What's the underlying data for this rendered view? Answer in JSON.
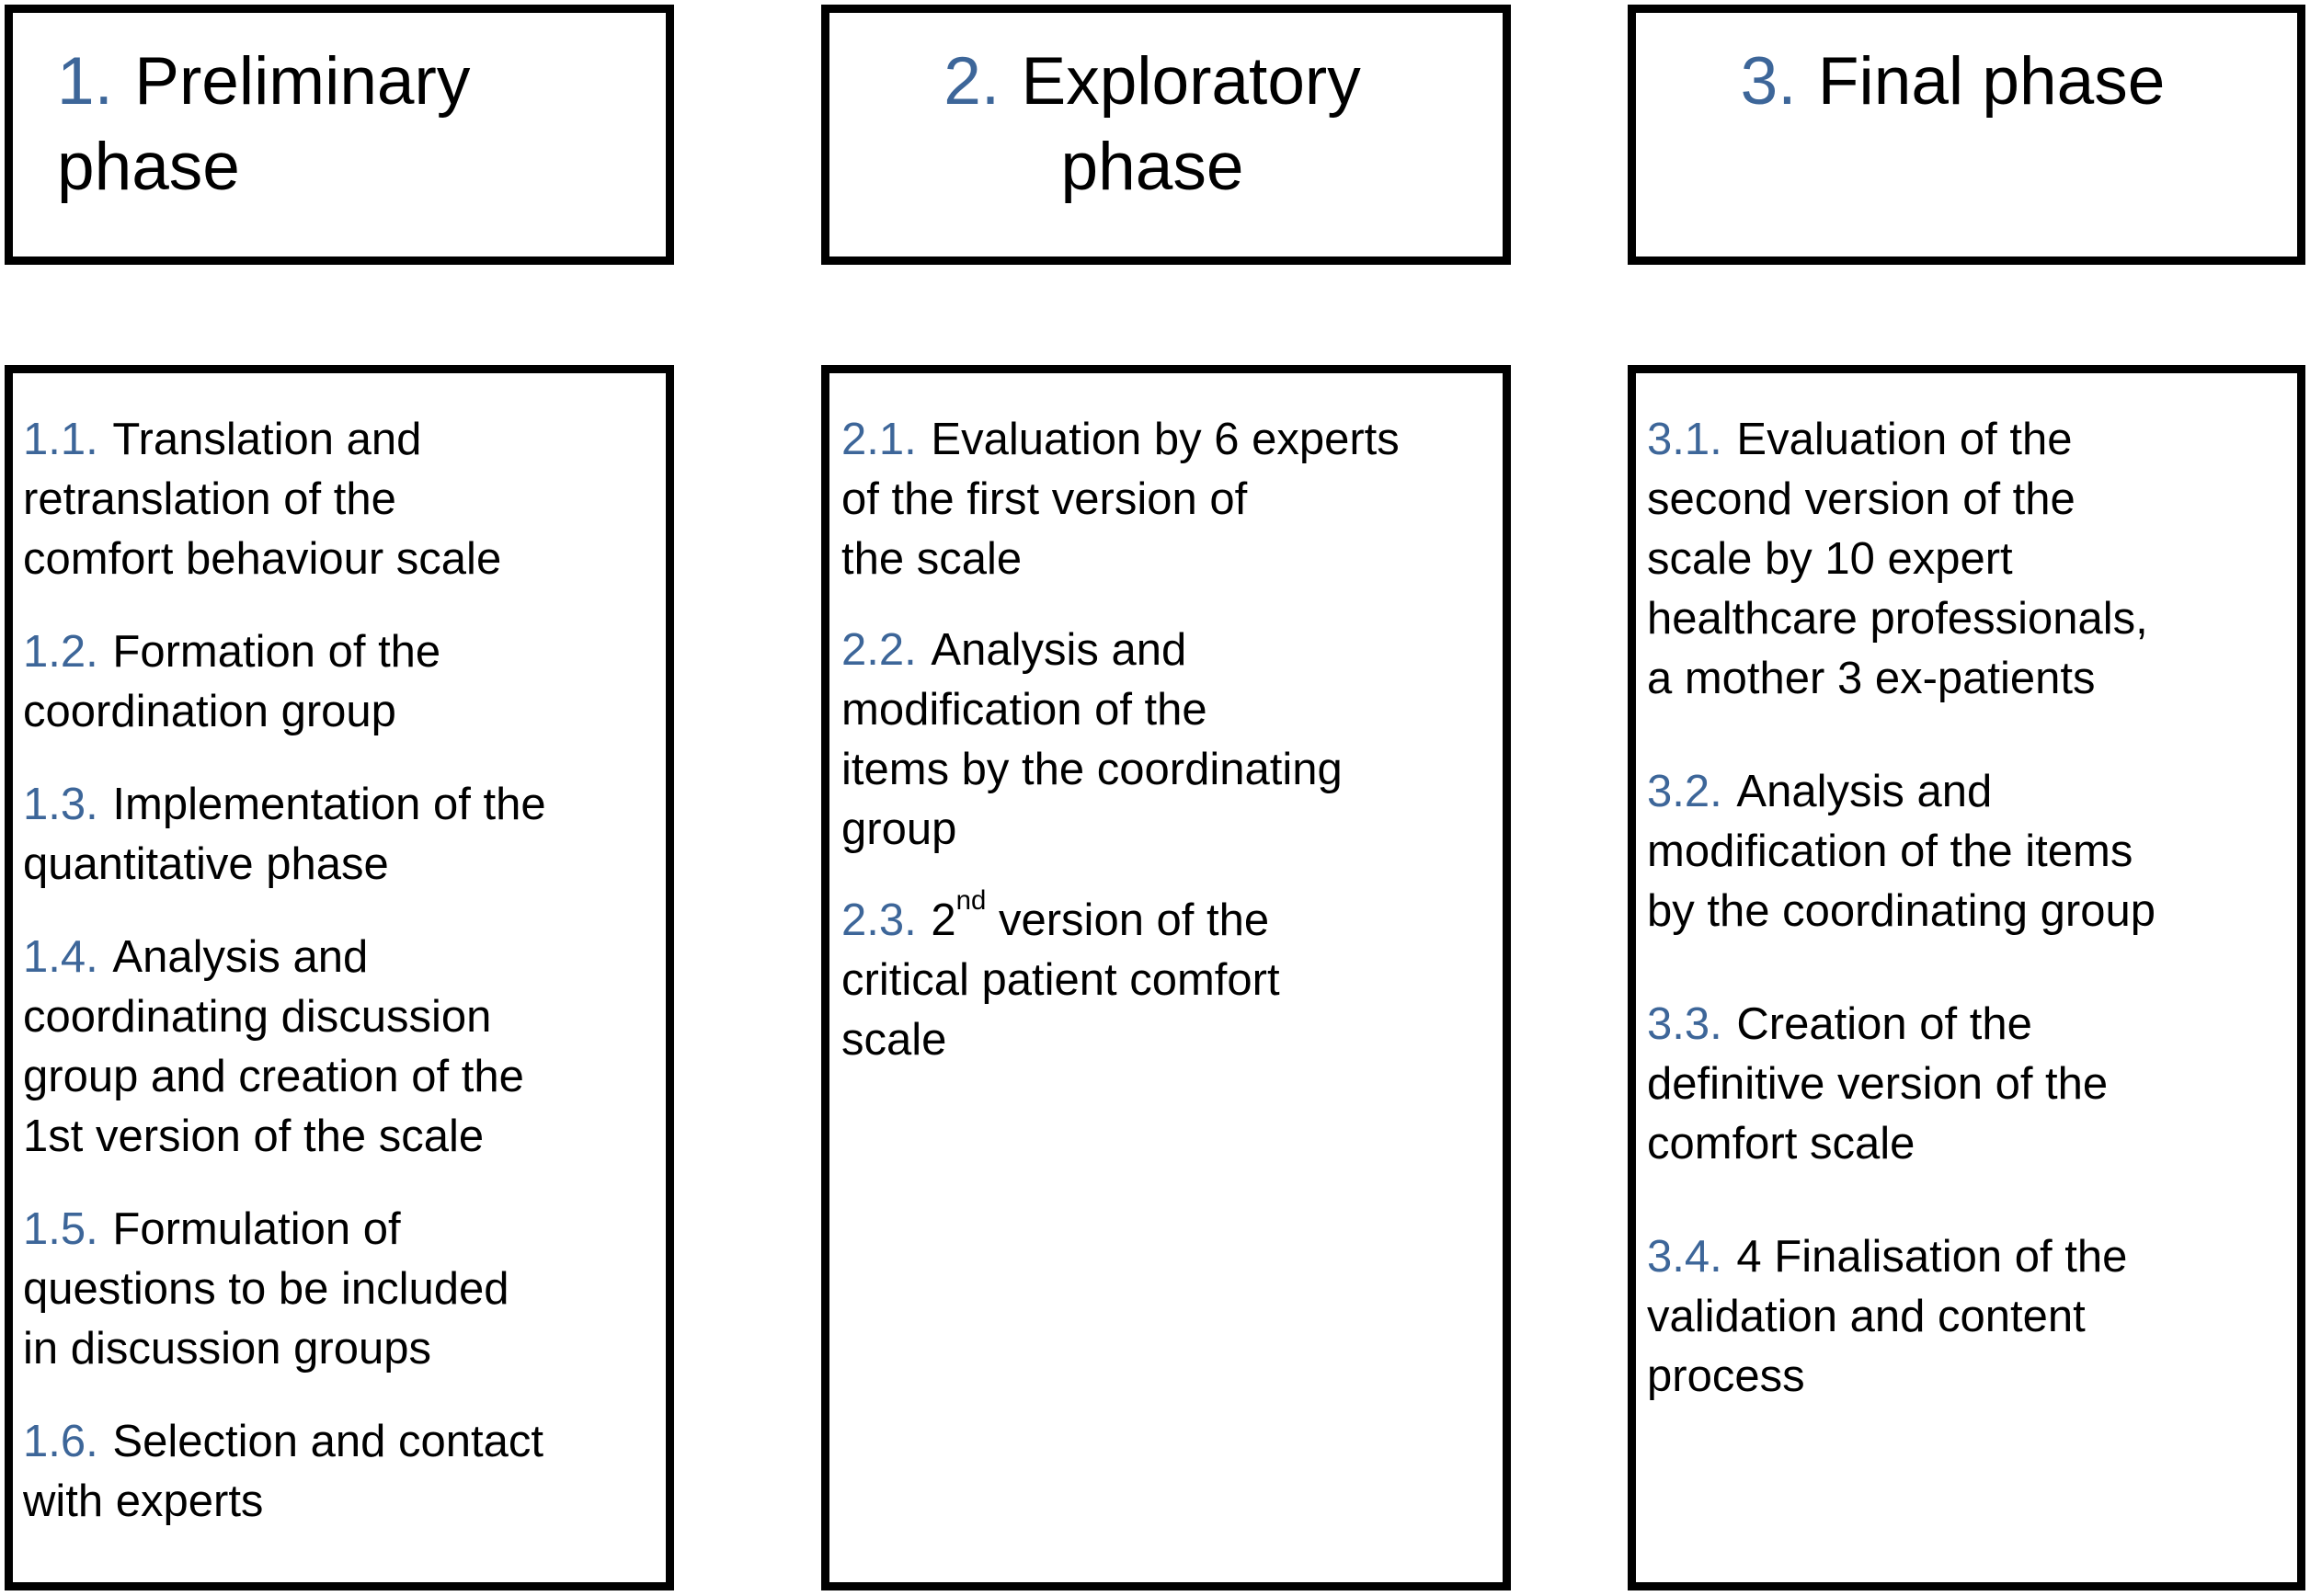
{
  "figure": {
    "accent_blue": "#3d6699",
    "text_color": "#000000",
    "border_color": "#000000",
    "background": "#ffffff"
  },
  "phases": [
    {
      "header": {
        "num": "1.",
        "title": "Preliminary\nphase"
      },
      "items": [
        {
          "num": "1.1.",
          "text": "Translation and\nretranslation of the\ncomfort behaviour scale"
        },
        {
          "num": "1.2.",
          "text": "Formation of the\ncoordination group"
        },
        {
          "num": "1.3.",
          "text": "Implementation of the\nquantitative phase"
        },
        {
          "num": "1.4.",
          "text": "Analysis and\ncoordinating discussion\ngroup and creation of the\n1st version of the scale"
        },
        {
          "num": "1.5.",
          "text": "Formulation of\nquestions to be included\nin discussion groups"
        },
        {
          "num": "1.6.",
          "text": "Selection and contact\nwith experts"
        }
      ]
    },
    {
      "header": {
        "num": "2.",
        "title": "Exploratory\nphase"
      },
      "items": [
        {
          "num": "2.1.",
          "text": "Evaluation by 6 experts\nof the first version of\nthe scale"
        },
        {
          "num": "2.2.",
          "text": "Analysis and\nmodification of the\nitems by the coordinating\ngroup"
        },
        {
          "num": "2.3.",
          "text_pre": "2",
          "sup": "nd",
          "text_post": " version of the\ncritical patient comfort\nscale"
        }
      ]
    },
    {
      "header": {
        "num": "3.",
        "title": "Final phase"
      },
      "items": [
        {
          "num": "3.1.",
          "text": "Evaluation of the\nsecond version of the\nscale by 10 expert\nhealthcare professionals,\na mother 3 ex-patients"
        },
        {
          "num": "3.2.",
          "text": "Analysis and\nmodification of the items\nby the coordinating group"
        },
        {
          "num": "3.3.",
          "text": "Creation of the\ndefinitive version of the\ncomfort scale"
        },
        {
          "num": "3.4.",
          "text": "4 Finalisation of the\nvalidation and content\nprocess"
        }
      ]
    }
  ]
}
